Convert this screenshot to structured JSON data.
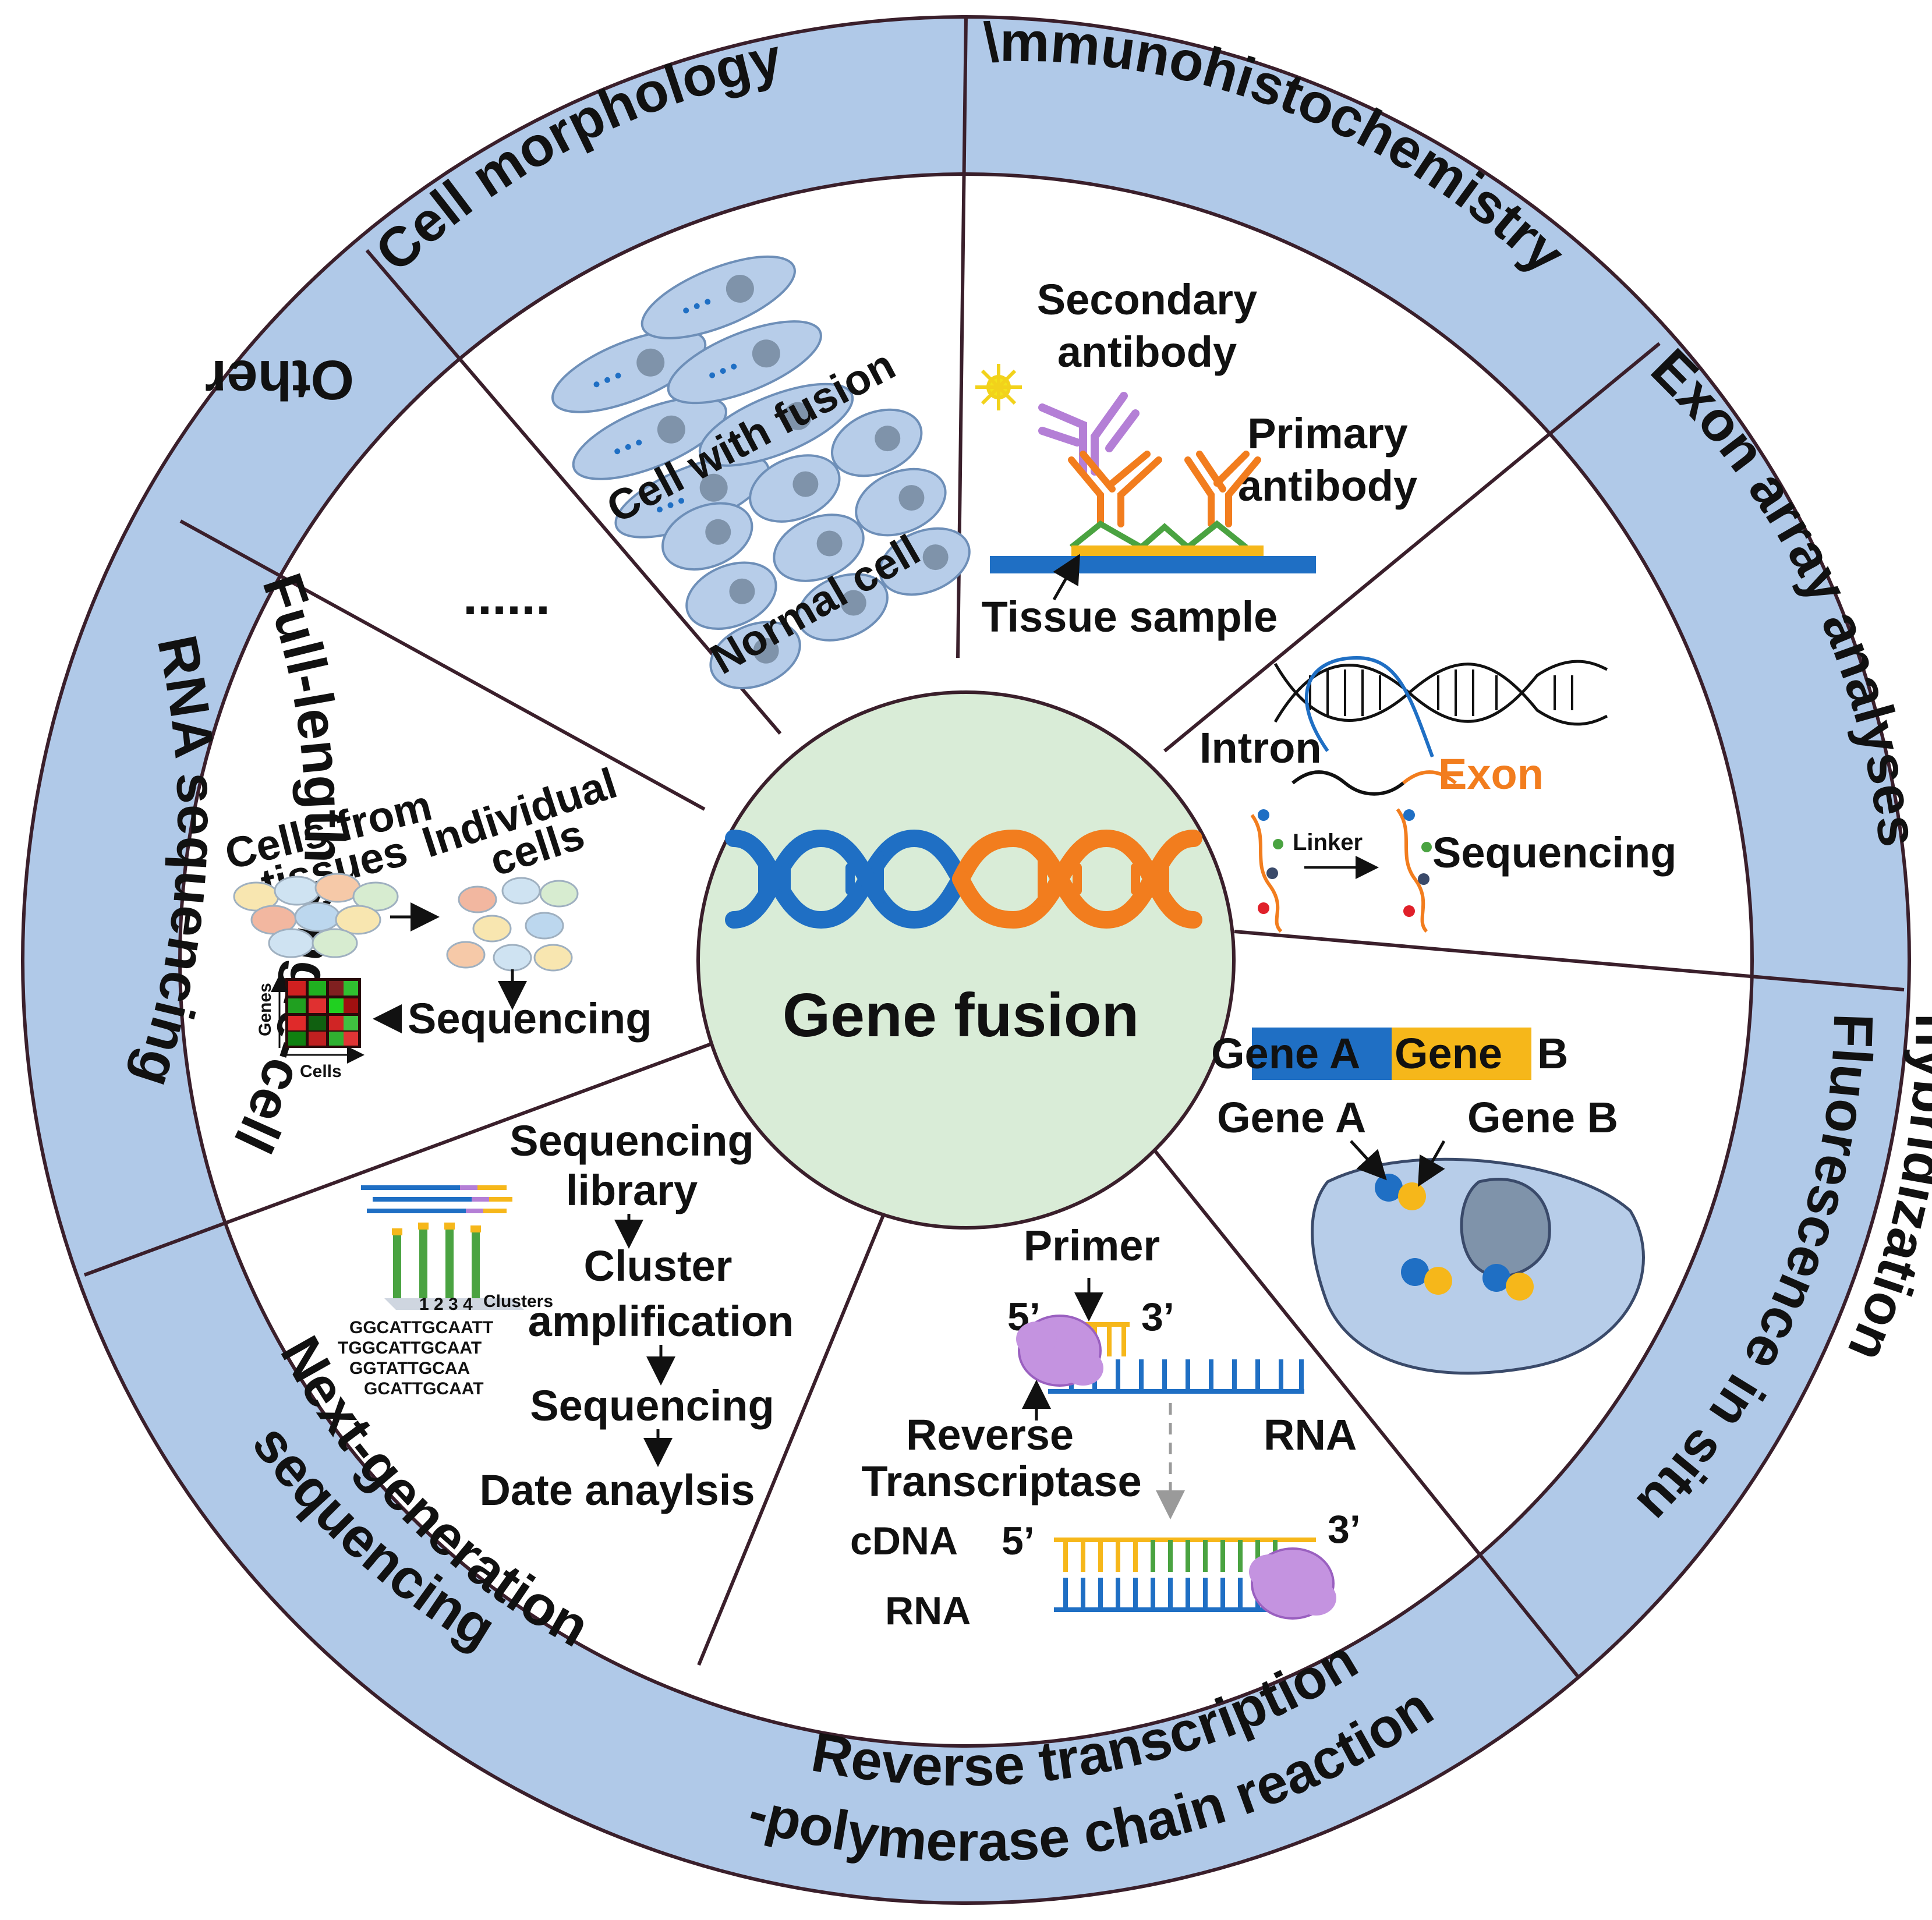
{
  "center": {
    "title": "Gene fusion"
  },
  "colors": {
    "ring": "#b0c9e8",
    "center_fill": "#d9ecd7",
    "blue": "#1f6fc4",
    "orange": "#f27d1e",
    "yellow": "#f6b71a",
    "green": "#4aa341",
    "purple": "#b47fd6",
    "cell": "#b7cde9",
    "nucleus": "#7f93aa"
  },
  "ring_labels": {
    "cell_morphology": "Cell morphology",
    "immunohistochemistry": "\\mmunohistochemistry",
    "exon_array": "Exon array analyses",
    "fish_1": "Fluorescence in situ",
    "fish_2": "hybridization",
    "rtpcr_1": "Reverse transcription",
    "rtpcr_2": "-polymerase chain reaction",
    "ngs_1": "Next-generation",
    "ngs_2": "sequencing",
    "scrna_1": "Full-length single-cell",
    "scrna_2": "RNA sequencing",
    "other": "Other"
  },
  "cell_morphology": {
    "fusion_label": "Cell with fusion",
    "normal_label": "Normal cell"
  },
  "ihc": {
    "secondary_1": "Secondary",
    "secondary_2": "antibody",
    "primary_1": "Primary",
    "primary_2": "antibody",
    "tissue": "Tissue sample"
  },
  "exon": {
    "intron": "Intron",
    "exon": "Exon",
    "linker": "Linker",
    "sequencing": "Sequencing"
  },
  "fish": {
    "bar_gene_a": "Gene A",
    "bar_gene_b_1": "Gene",
    "bar_gene_b_2": "B",
    "gene_a": "Gene A",
    "gene_b": "Gene B"
  },
  "rtpcr": {
    "primer": "Primer",
    "five_prime": "5’",
    "three_prime": "3’",
    "rna": "RNA",
    "rt_1": "Reverse",
    "rt_2": "Transcriptase",
    "cdna": "cDNA",
    "rna_2": "RNA"
  },
  "ngs": {
    "step_1a": "Sequencing",
    "step_1b": "library",
    "step_2a": "Cluster",
    "step_2b": "amplification",
    "step_3": "Sequencing",
    "step_4": "Date anaylsis",
    "clusters": "Clusters",
    "cluster_nums": "1 2 3 4",
    "seq_1": "GGCATTGCAATT",
    "seq_2": "TGGCATTGCAAT",
    "seq_3": "GGTATTGCAA",
    "seq_4": "GCATTGCAAT"
  },
  "scrna": {
    "cells_from_1": "Cells from",
    "cells_from_2": "tissues",
    "individual_1": "Individual",
    "individual_2": "cells",
    "sequencing": "Sequencing",
    "genes": "Genes",
    "cells": "Cells"
  },
  "other": {
    "ellipsis": "......"
  }
}
